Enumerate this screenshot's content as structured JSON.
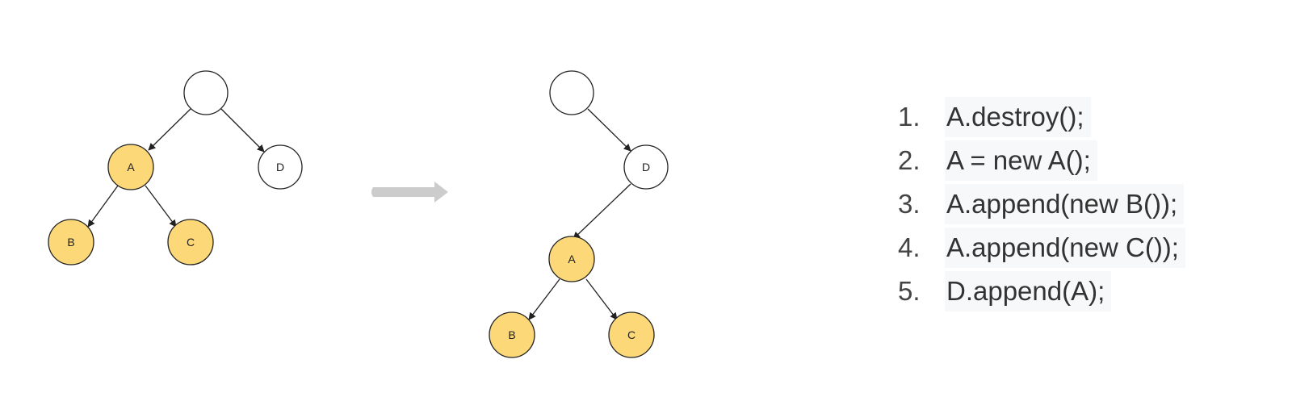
{
  "before_tree": {
    "root": "",
    "nodes": [
      "A",
      "B",
      "C",
      "D"
    ]
  },
  "after_tree": {
    "root": "",
    "nodes": [
      "D",
      "A",
      "B",
      "C"
    ]
  },
  "labels": {
    "A": "A",
    "B": "B",
    "C": "C",
    "D": "D"
  },
  "colors": {
    "highlight_fill": "#fcd878",
    "plain_fill": "#ffffff",
    "stroke": "#222222",
    "arrow_gray": "#cccccc"
  },
  "steps": [
    {
      "num": "1.",
      "code": "A.destroy();"
    },
    {
      "num": "2.",
      "code": "A = new A();"
    },
    {
      "num": "3.",
      "code": "A.append(new B());"
    },
    {
      "num": "4.",
      "code": "A.append(new C());"
    },
    {
      "num": "5.",
      "code": "D.append(A);"
    }
  ]
}
